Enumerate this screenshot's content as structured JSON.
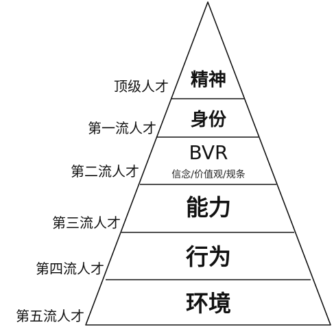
{
  "pyramid": {
    "levels": [
      {
        "label": "顶级人才",
        "title": "精神",
        "subtitle": ""
      },
      {
        "label": "第一流人才",
        "title": "身份",
        "subtitle": ""
      },
      {
        "label": "第二流人才",
        "title": "BVR",
        "subtitle": "信念/价值观/规条"
      },
      {
        "label": "第三流人才",
        "title": "能力",
        "subtitle": ""
      },
      {
        "label": "第四流人才",
        "title": "行为",
        "subtitle": ""
      },
      {
        "label": "第五流人才",
        "title": "环境",
        "subtitle": ""
      }
    ]
  }
}
